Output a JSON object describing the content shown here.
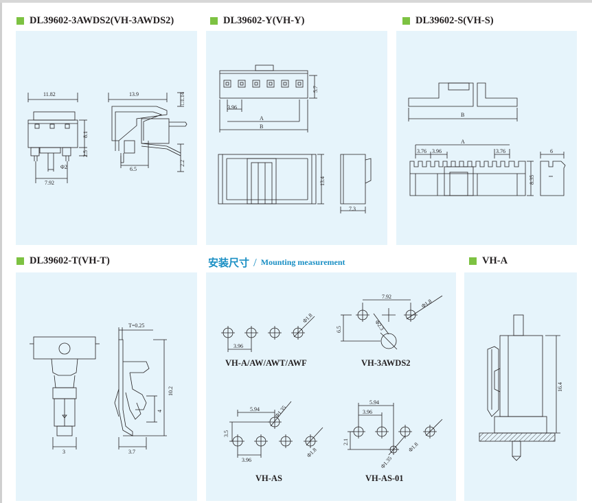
{
  "titles": {
    "t1": "DL39602-3AWDS2(VH-3AWDS2)",
    "t2": "DL39602-Y(VH-Y)",
    "t3": "DL39602-S(VH-S)",
    "t4": "DL39602-T(VH-T)",
    "t5_cn": "安装尺寸",
    "t5_slash": "/",
    "t5_en": "Mounting measurement",
    "t6": "VH-A"
  },
  "p1": {
    "d_width": "11.82",
    "d_depth": "13.9",
    "d_box": "□1.14",
    "d_height": "8.1",
    "d_pitch": "7.92",
    "d_pin": "Φ2",
    "d_pin_len": "2.5",
    "d_side": "6.5",
    "d_tail": "2.2"
  },
  "p2": {
    "d_height": "5.7",
    "d_pitch": "3.96",
    "d_A": "A",
    "d_B": "B",
    "d_side_h": "13.4",
    "d_side_w": "7.3"
  },
  "p3": {
    "d_B": "B",
    "d_A": "A",
    "d_p1": "3.76",
    "d_p2": "3.96",
    "d_p3": "3.76",
    "d_h": "8.35",
    "d_w": "6"
  },
  "p4": {
    "d_thick": "T=0.25",
    "d_len": "10.2",
    "d_crimp": "4",
    "d_w1": "3",
    "d_w2": "3.7"
  },
  "p5": {
    "q1_label": "VH-A/AW/AWT/AWF",
    "q1_pitch": "3.96",
    "q1_hole": "Φ1.8",
    "q2_label": "VH-3AWDS2",
    "q2_pitch": "7.92",
    "q2_hole": "Φ1.8",
    "q2_center": "Φ2.3",
    "q2_off": "6.5",
    "q3_label": "VH-AS",
    "q3_top": "5.94",
    "q3_hole_small": "Φ1.35",
    "q3_off": "3.5",
    "q3_pitch": "3.96",
    "q3_hole": "Φ1.8",
    "q4_label": "VH-AS-01",
    "q4_top": "5.94",
    "q4_pitch": "3.96",
    "q4_off": "2.1",
    "q4_hole_small": "Φ1.35",
    "q4_hole": "Φ1.8"
  },
  "p6": {
    "d_h": "16.4"
  }
}
